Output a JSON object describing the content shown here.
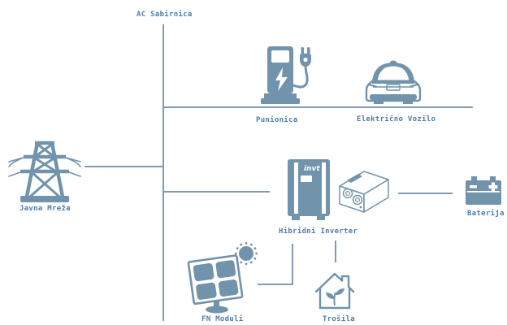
{
  "diagram": {
    "type": "energy-system-diagram",
    "bus_label": "AC Sabirnica",
    "colors": {
      "accent": "#7193ab",
      "line": "#7e9cb5",
      "label": "#4d7dab",
      "background": "#ffffff"
    },
    "nodes": {
      "grid": {
        "label": "Javna Mreža",
        "icon": "transmission-tower-icon"
      },
      "charger": {
        "label": "Punionica",
        "icon": "ev-charger-icon"
      },
      "vehicle": {
        "label": "Električno Vozilo",
        "icon": "electric-car-icon"
      },
      "inverter": {
        "label": "Hibridni Inverter",
        "brand": "invt",
        "icon": "hybrid-inverter-icon"
      },
      "battery": {
        "label": "Baterija",
        "icon": "battery-icon"
      },
      "pv": {
        "label": "FN Moduli",
        "icon": "solar-panel-icon"
      },
      "loads": {
        "label": "Trošila",
        "icon": "eco-house-icon"
      }
    }
  }
}
